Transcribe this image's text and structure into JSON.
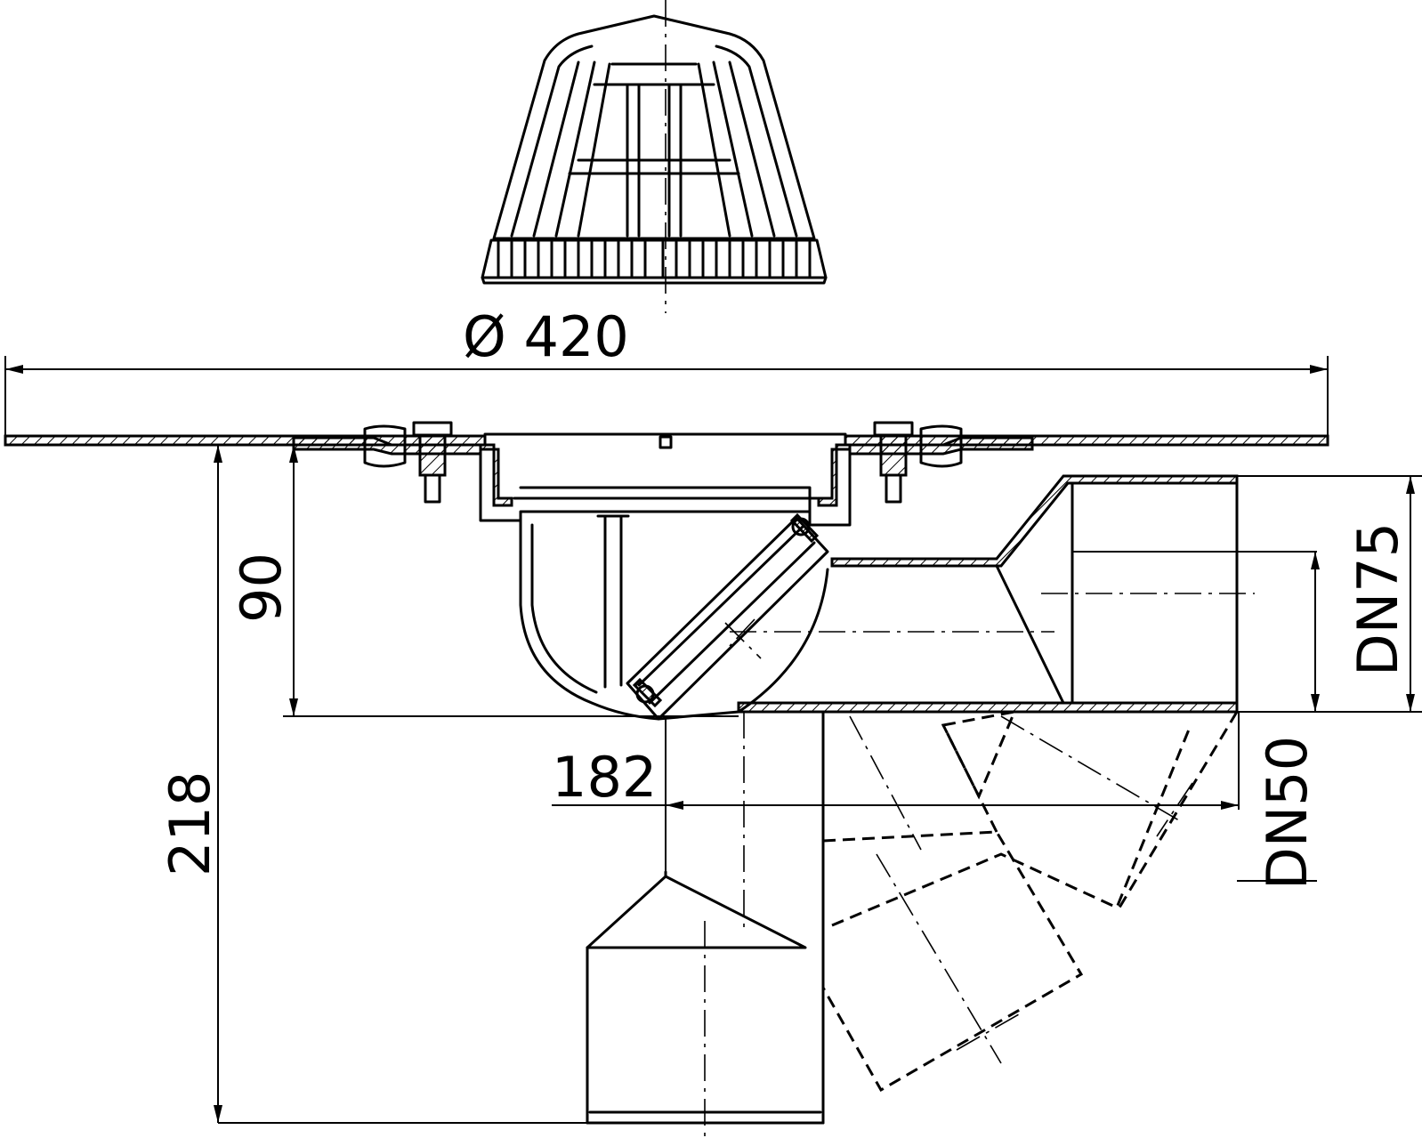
{
  "dimensions": {
    "diameter": "Ø 420",
    "flange_to_outlet_axis": "90",
    "total_height": "218",
    "axis_offset": "182",
    "outlet_large": "DN75",
    "outlet_small": "DN50"
  },
  "colors": {
    "line": "#000000",
    "background": "#ffffff"
  }
}
